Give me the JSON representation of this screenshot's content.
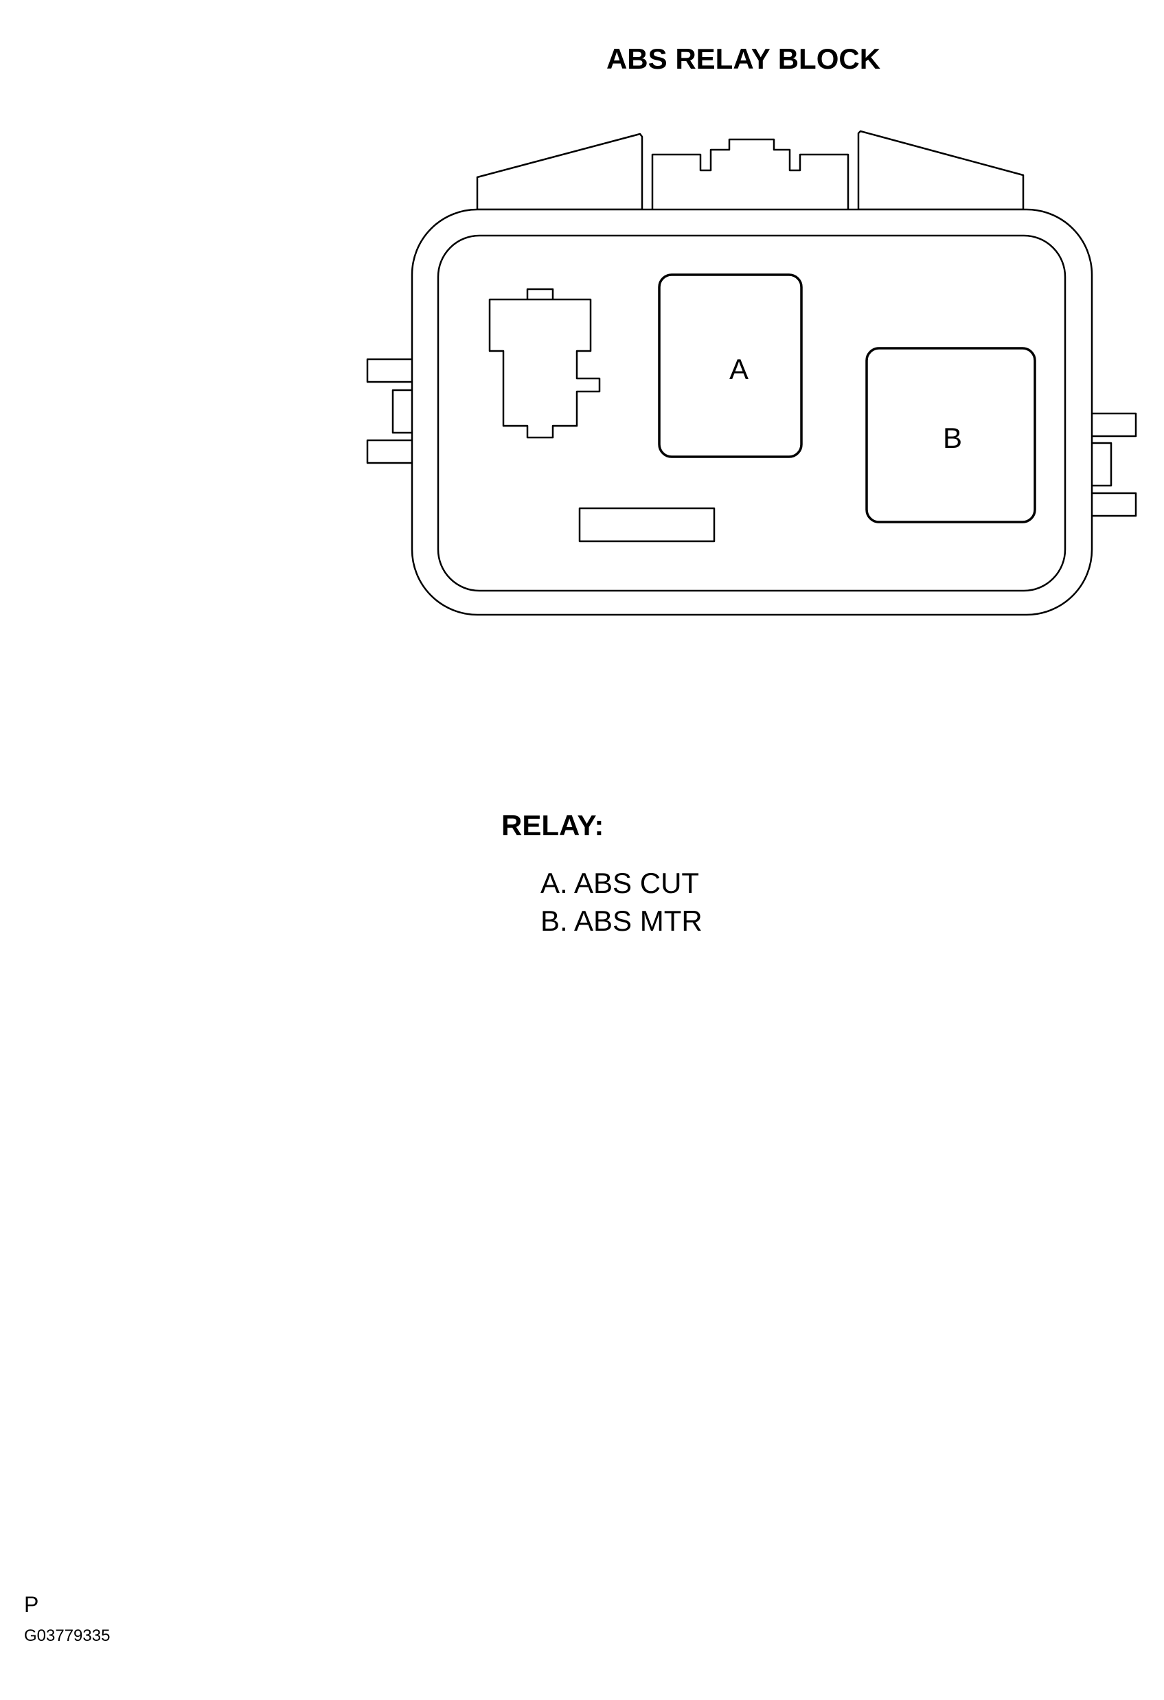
{
  "title": "ABS RELAY BLOCK",
  "relays": [
    {
      "id": "A",
      "label": "A"
    },
    {
      "id": "B",
      "label": "B"
    }
  ],
  "legend": {
    "heading": "RELAY:",
    "items": [
      "A. ABS CUT",
      "B. ABS MTR"
    ]
  },
  "footer": {
    "code": "P",
    "figure_id": "G03779335"
  }
}
